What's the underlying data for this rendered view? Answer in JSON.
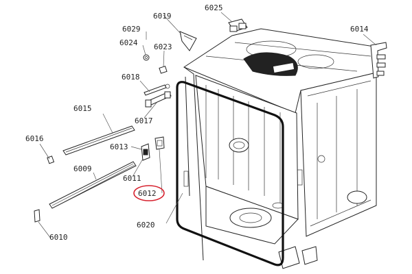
{
  "diagram": {
    "callouts": [
      "6025",
      "6019",
      "6029",
      "6024",
      "6023",
      "6014",
      "6018",
      "6015",
      "6017",
      "6016",
      "6013",
      "6009",
      "6011",
      "6012",
      "6020",
      "6010"
    ],
    "highlighted_part": "6012",
    "highlight_color": "#d61f2c",
    "line_color": "#222222"
  }
}
